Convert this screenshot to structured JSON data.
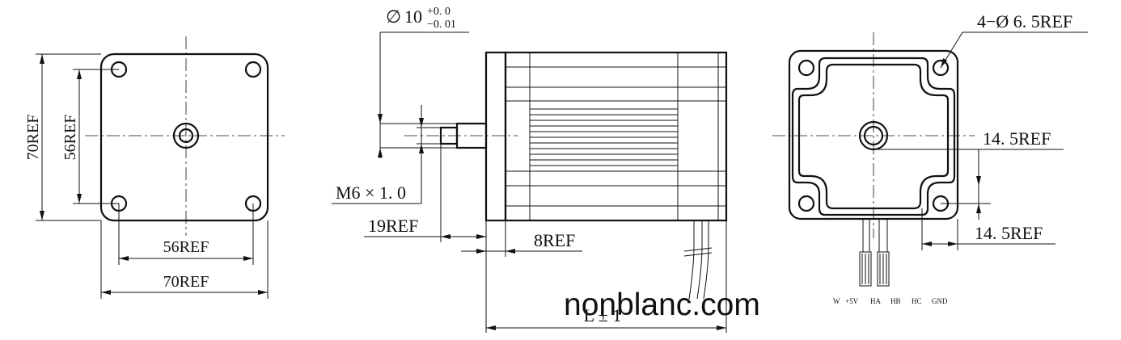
{
  "labels": {
    "front_height_outer": "70REF",
    "front_height_inner": "56REF",
    "front_width_inner": "56REF",
    "front_width_outer": "70REF",
    "shaft_dia": "10",
    "shaft_tol_upper": "+0. 0",
    "shaft_tol_lower": "−0. 01",
    "thread": "M6 × 1. 0",
    "shaft_len": "19REF",
    "flange_len": "8REF",
    "body_len": "L ± 1",
    "hole_spec": "4−Ø 6. 5REF",
    "rear_offset_v": "14. 5REF",
    "rear_offset_h": "14. 5REF"
  },
  "wires": [
    "W",
    "+5V",
    "HA",
    "HB",
    "HC",
    "GND"
  ],
  "watermark": "nonblanc.com"
}
